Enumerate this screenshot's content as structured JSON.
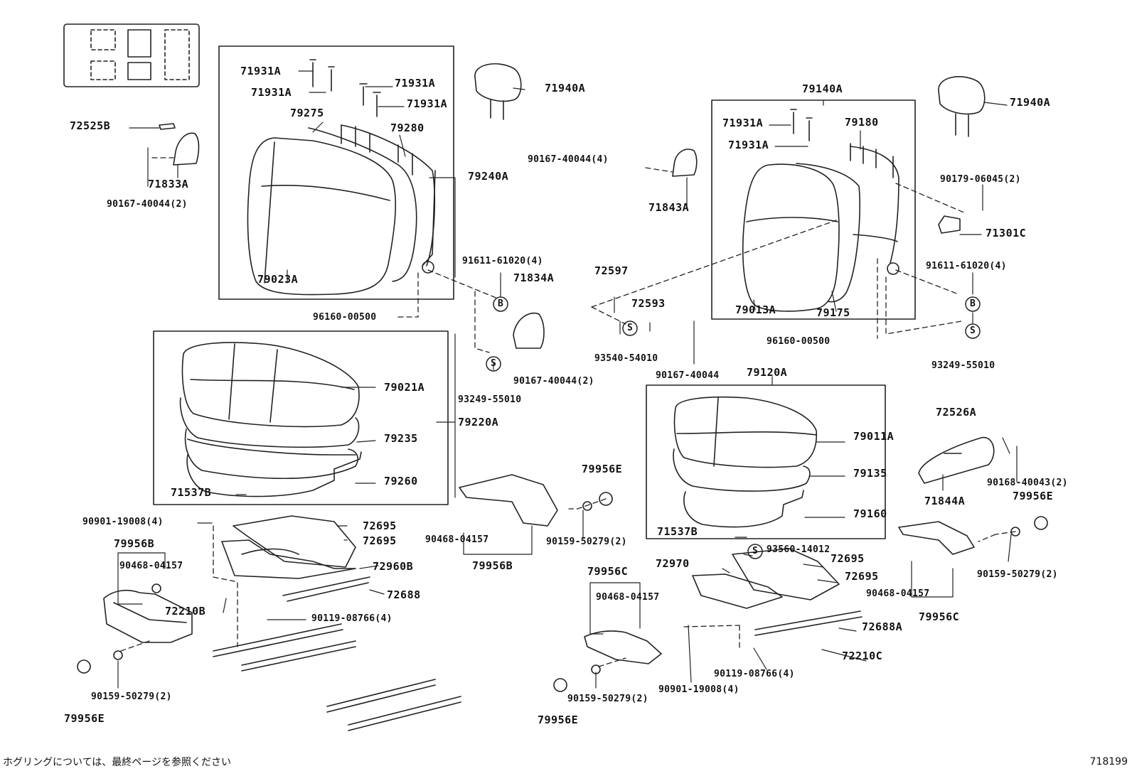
{
  "diagram": {
    "labels": {
      "p71931A_1": "71931A",
      "p71931A_2": "71931A",
      "p71931A_3": "71931A",
      "p71931A_4": "71931A",
      "p71931A_5": "71931A",
      "p71931A_6": "71931A",
      "p71940A_1": "71940A",
      "p71940A_2": "71940A",
      "p72525B": "72525B",
      "p79275": "79275",
      "p79280": "79280",
      "p79240A": "79240A",
      "p71833A": "71833A",
      "p90167_40044_2a": "90167-40044(2)",
      "p79023A": "79023A",
      "p91611_61020_4a": "91611-61020(4)",
      "p71834A": "71834A",
      "p96160_00500a": "96160-00500",
      "p93249_55010a": "93249-55010",
      "p90167_40044_2b": "90167-40044(2)",
      "p79140A": "79140A",
      "p79180": "79180",
      "p90167_40044_4": "90167-40044(4)",
      "p71843A": "71843A",
      "p90179_06045": "90179-06045(2)",
      "p71301C": "71301C",
      "p91611_61020_4b": "91611-61020(4)",
      "p72597": "72597",
      "p72593": "72593",
      "p93540_54010": "93540-54010",
      "p79013A": "79013A",
      "p79175": "79175",
      "p96160_00500b": "96160-00500",
      "p93249_55010b": "93249-55010",
      "p90167_40044": "90167-40044",
      "p79120A": "79120A",
      "p79021A": "79021A",
      "p79235": "79235",
      "p79220A": "79220A",
      "p79260": "79260",
      "p71537B_1": "71537B",
      "p79956E_1": "79956E",
      "p72526A": "72526A",
      "p79011A": "79011A",
      "p79135": "79135",
      "p79160": "79160",
      "p71537B_2": "71537B",
      "p90168_40043": "90168-40043(2)",
      "p71844A": "71844A",
      "p79956E_2": "79956E",
      "p90901_19008a": "90901-19008(4)",
      "p72695_1": "72695",
      "p72695_2": "72695",
      "p79956B_1": "79956B",
      "p90468_04157a": "90468-04157",
      "p72960B": "72960B",
      "p90468_04157b": "90468-04157",
      "p90159_50279_2a": "90159-50279(2)",
      "p79956B_2": "79956B",
      "p72688": "72688",
      "p72210B": "72210B",
      "p90119_08766a": "90119-08766(4)",
      "p90159_50279_2b": "90159-50279(2)",
      "p79956E_3": "79956E",
      "p93560_14012": "93560-14012",
      "p72970": "72970",
      "p72695_3": "72695",
      "p72695_4": "72695",
      "p79956C_1": "79956C",
      "p90468_04157c": "90468-04157",
      "p90468_04157d": "90468-04157",
      "p90159_50279_2c": "90159-50279(2)",
      "p79956C_2": "79956C",
      "p72688A": "72688A",
      "p90119_08766b": "90119-08766(4)",
      "p72210C": "72210C",
      "p90159_50279_2d": "90159-50279(2)",
      "p90901_19008b": "90901-19008(4)",
      "p79956E_4": "79956E"
    },
    "markers": {
      "bolt": "B",
      "screw": "S"
    },
    "footnote": "ホグリングについては、最終ページを参照ください",
    "figure_code": "718199"
  }
}
